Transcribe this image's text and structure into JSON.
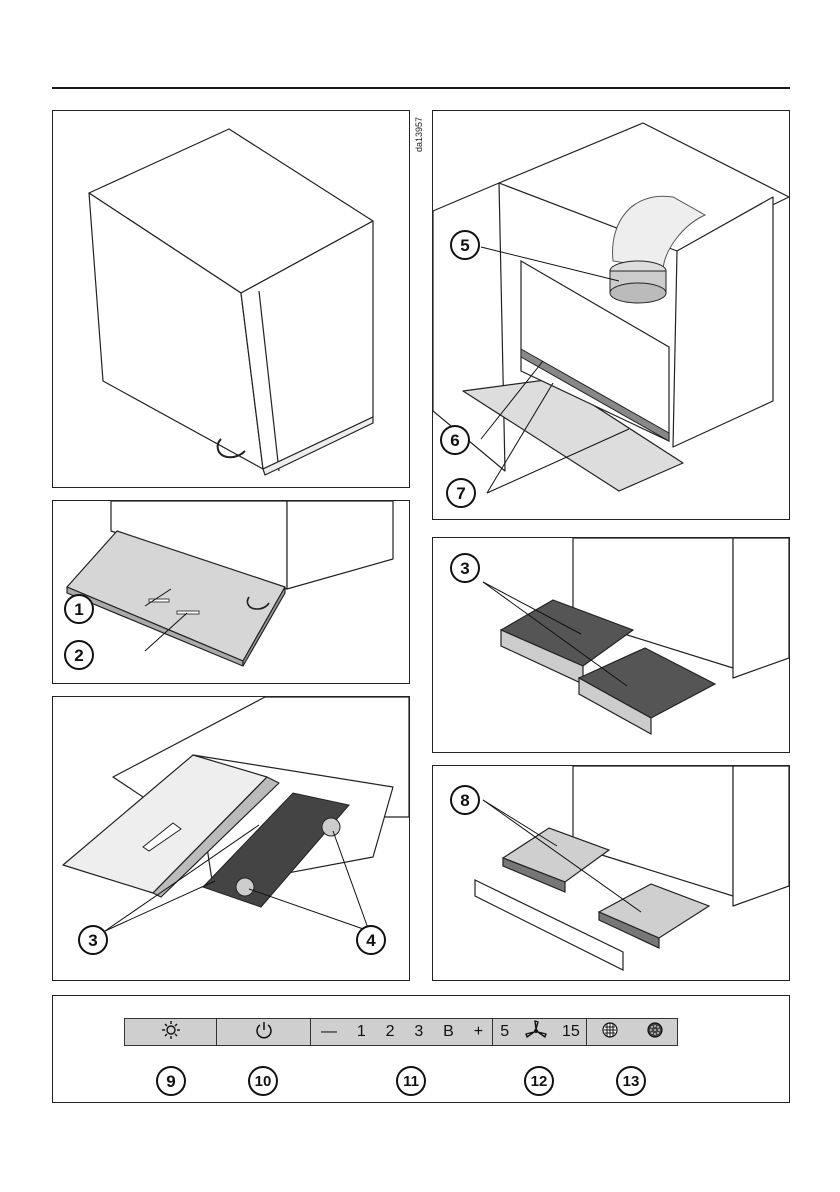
{
  "figure_code": "da13957",
  "callouts": {
    "c1": "1",
    "c2": "2",
    "c3a": "3",
    "c3b": "3",
    "c4": "4",
    "c5": "5",
    "c6": "6",
    "c7": "7",
    "c8": "8",
    "c9": "9",
    "c10": "10",
    "c11": "11",
    "c12": "12",
    "c13": "13"
  },
  "control_panel": {
    "minus": "—",
    "levels": [
      "1",
      "2",
      "3",
      "B"
    ],
    "plus": "+",
    "timer_min": "5",
    "timer_max": "15",
    "icons": [
      "light-icon",
      "power-icon",
      "fan-icon",
      "grease-filter-icon",
      "odour-filter-icon"
    ]
  }
}
